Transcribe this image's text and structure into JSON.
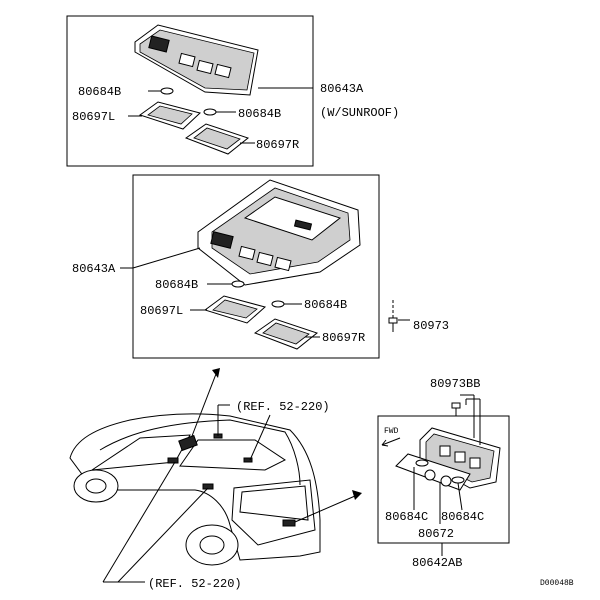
{
  "labels": {
    "top_bulb_left": "80684B",
    "top_lens_left": "80697L",
    "top_bulb_right": "80684B",
    "top_lens_right": "80697R",
    "top_assembly": "80643A",
    "top_assembly_note": "(W/SUNROOF)",
    "mid_assembly": "80643A",
    "mid_bulb_left": "80684B",
    "mid_bulb_right": "80684B",
    "mid_lens_left": "80697L",
    "mid_lens_right": "80697R",
    "screw": "80973",
    "rear_screw": "80973BB",
    "fwd": "FWD",
    "rear_bulb_left": "80684C",
    "rear_bulb_right": "80684C",
    "rear_lens": "80672",
    "rear_assembly": "80642AB",
    "ref_top": "(REF. 52-220)",
    "ref_bottom": "(REF. 52-220)",
    "diagram_code": "D00048B"
  }
}
